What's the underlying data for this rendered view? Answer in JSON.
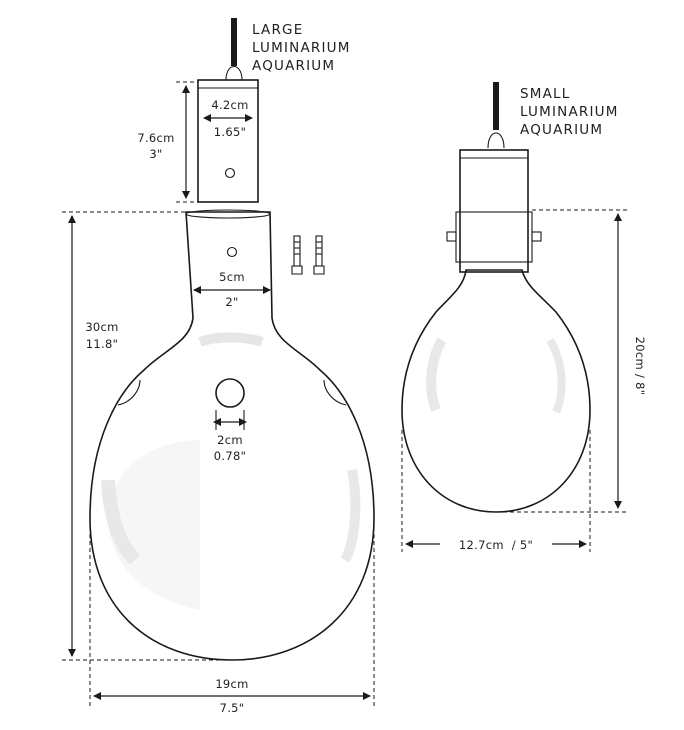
{
  "large": {
    "title": [
      "LARGE",
      "LUMINARIUM",
      "AQUARIUM"
    ],
    "cap_width_cm": "4.2cm",
    "cap_width_in": "1.65\"",
    "cap_height_cm": "7.6cm",
    "cap_height_in": "3\"",
    "neck_width_cm": "5cm",
    "neck_width_in": "2\"",
    "hole_cm": "2cm",
    "hole_in": "0.78\"",
    "height_cm": "30cm",
    "height_in": "11.8\"",
    "width_cm": "19cm",
    "width_in": "7.5\""
  },
  "small": {
    "title": [
      "SMALL",
      "LUMINARIUM",
      "AQUARIUM"
    ],
    "height": "20cm / 8\"",
    "width": "12.7cm  / 5\""
  }
}
